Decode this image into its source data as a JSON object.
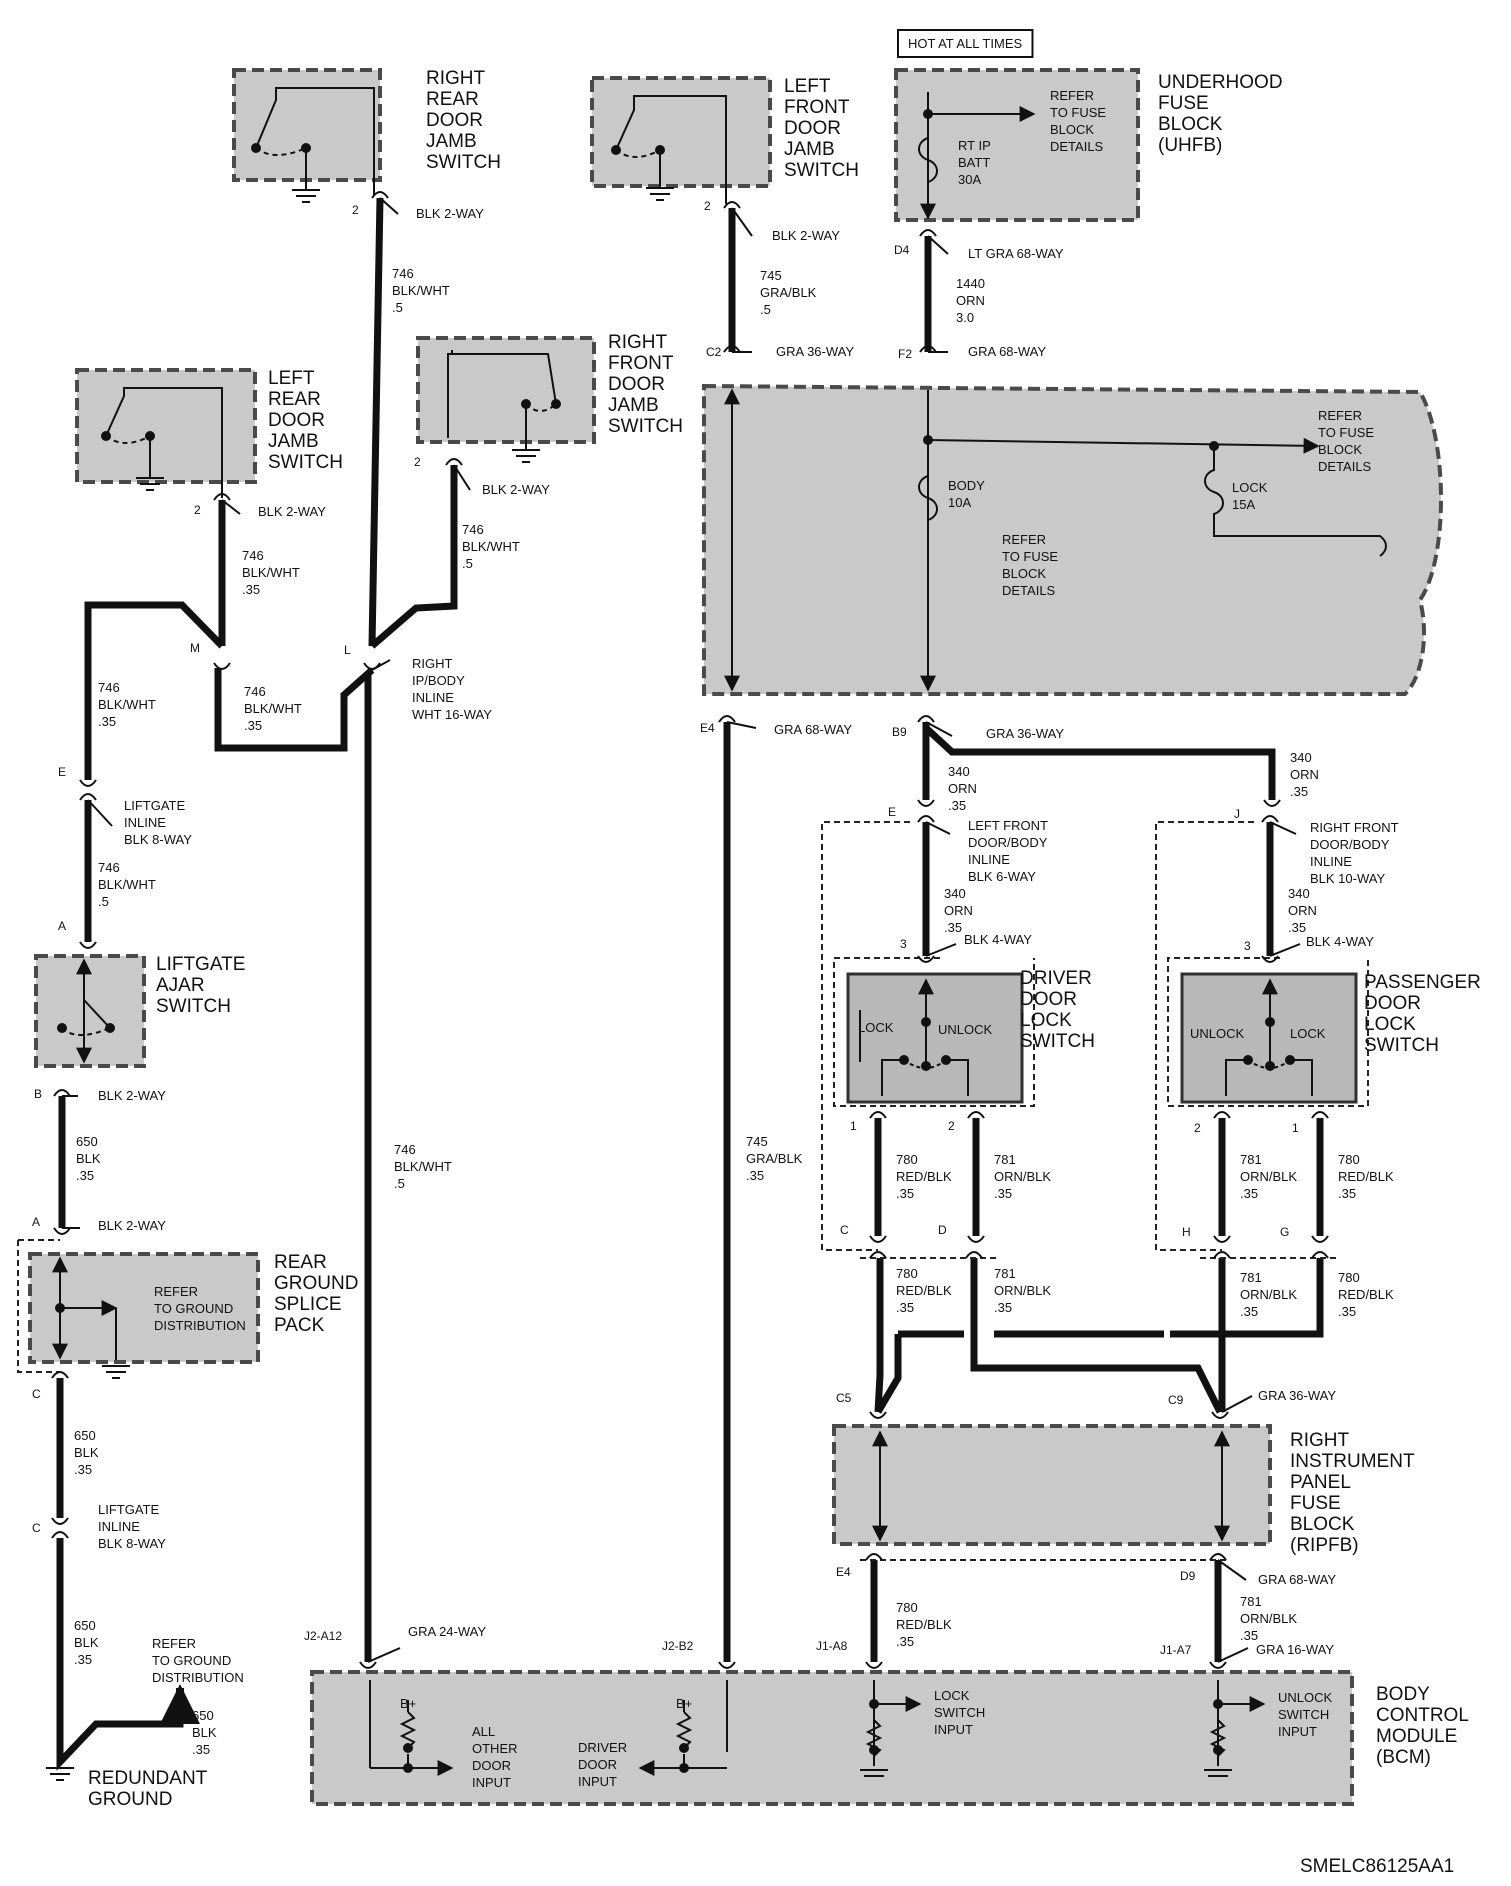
{
  "hot_at_all_times": "HOT AT ALL TIMES",
  "footer_code": "SMELC86125AA1",
  "components": {
    "rr_jamb": [
      "RIGHT",
      "REAR",
      "DOOR",
      "JAMB",
      "SWITCH"
    ],
    "lf_jamb": [
      "LEFT",
      "FRONT",
      "DOOR",
      "JAMB",
      "SWITCH"
    ],
    "uhfb": [
      "UNDERHOOD",
      "FUSE",
      "BLOCK",
      "(UHFB)"
    ],
    "lr_jamb": [
      "LEFT",
      "REAR",
      "DOOR",
      "JAMB",
      "SWITCH"
    ],
    "rf_jamb": [
      "RIGHT",
      "FRONT",
      "DOOR",
      "JAMB",
      "SWITCH"
    ],
    "liftgate_ajar": [
      "LIFTGATE",
      "AJAR",
      "SWITCH"
    ],
    "driver_lock": [
      "DRIVER",
      "DOOR",
      "LOCK",
      "SWITCH"
    ],
    "pass_lock": [
      "PASSENGER",
      "DOOR",
      "LOCK",
      "SWITCH"
    ],
    "rear_ground": [
      "REAR",
      "GROUND",
      "SPLICE",
      "PACK"
    ],
    "ripfb": [
      "RIGHT",
      "INSTRUMENT",
      "PANEL",
      "FUSE",
      "BLOCK",
      "(RIPFB)"
    ],
    "bcm": [
      "BODY",
      "CONTROL",
      "MODULE",
      "(BCM)"
    ],
    "redundant_ground": [
      "REDUNDANT",
      "GROUND"
    ]
  },
  "inner": {
    "uhfb_refer": [
      "REFER",
      "TO FUSE",
      "BLOCK",
      "DETAILS"
    ],
    "uhfb_fuse": [
      "RT IP",
      "BATT",
      "30A"
    ],
    "ipfb_refer_top": [
      "REFER",
      "TO FUSE",
      "BLOCK",
      "DETAILS"
    ],
    "ipfb_refer_mid": [
      "REFER",
      "TO FUSE",
      "BLOCK",
      "DETAILS"
    ],
    "body_fuse": [
      "BODY",
      "10A"
    ],
    "lock_fuse": [
      "LOCK",
      "15A"
    ],
    "ground_refer": [
      "REFER",
      "TO GROUND",
      "DISTRIBUTION"
    ],
    "ground_refer_bottom": [
      "REFER",
      "TO GROUND",
      "DISTRIBUTION"
    ],
    "lock_label": "LOCK",
    "unlock_label": "UNLOCK",
    "bplus": "B+",
    "all_other": [
      "ALL",
      "OTHER",
      "DOOR",
      "INPUT"
    ],
    "driver_input": [
      "DRIVER",
      "DOOR",
      "INPUT"
    ],
    "lock_input": [
      "LOCK",
      "SWITCH",
      "INPUT"
    ],
    "unlock_input": [
      "UNLOCK",
      "SWITCH",
      "INPUT"
    ]
  },
  "connectors": {
    "blk2": "BLK 2-WAY",
    "lt_gra68": "LT GRA 68-WAY",
    "gra36": "GRA 36-WAY",
    "gra68": "GRA 68-WAY",
    "gra24": "GRA 24-WAY",
    "gra16": "GRA 16-WAY",
    "blk4": "BLK 4-WAY",
    "right_ip_inline": [
      "RIGHT",
      "IP/BODY",
      "INLINE",
      "WHT 16-WAY"
    ],
    "liftgate_inline": [
      "LIFTGATE",
      "INLINE",
      "BLK 8-WAY"
    ],
    "lf_inline": [
      "LEFT FRONT",
      "DOOR/BODY",
      "INLINE",
      "BLK 6-WAY"
    ],
    "rf_inline": [
      "RIGHT FRONT",
      "DOOR/BODY",
      "INLINE",
      "BLK 10-WAY"
    ]
  },
  "wires": {
    "w746": [
      "746",
      "BLK/WHT",
      ".5"
    ],
    "w746_35": [
      "746",
      "BLK/WHT",
      ".35"
    ],
    "w745": [
      "745",
      "GRA/BLK",
      ".5"
    ],
    "w745_35": [
      "745",
      "GRA/BLK",
      ".35"
    ],
    "w1440": [
      "1440",
      "ORN",
      "3.0"
    ],
    "w340": [
      "340",
      "ORN",
      ".35"
    ],
    "w650": [
      "650",
      "BLK",
      ".35"
    ],
    "w780": [
      "780",
      "RED/BLK",
      ".35"
    ],
    "w781": [
      "781",
      "ORN/BLK",
      ".35"
    ]
  },
  "pins": {
    "p2": "2",
    "D4": "D4",
    "F2": "F2",
    "C2": "C2",
    "M": "M",
    "L": "L",
    "E": "E",
    "A": "A",
    "B": "B",
    "C": "C",
    "E4": "E4",
    "B9": "B9",
    "J": "J",
    "p3": "3",
    "p1": "1",
    "D": "D",
    "H": "H",
    "G": "G",
    "C5": "C5",
    "C9": "C9",
    "D9": "D9",
    "J2A12": "J2-A12",
    "J2B2": "J2-B2",
    "J1A8": "J1-A8",
    "J1A7": "J1-A7"
  }
}
